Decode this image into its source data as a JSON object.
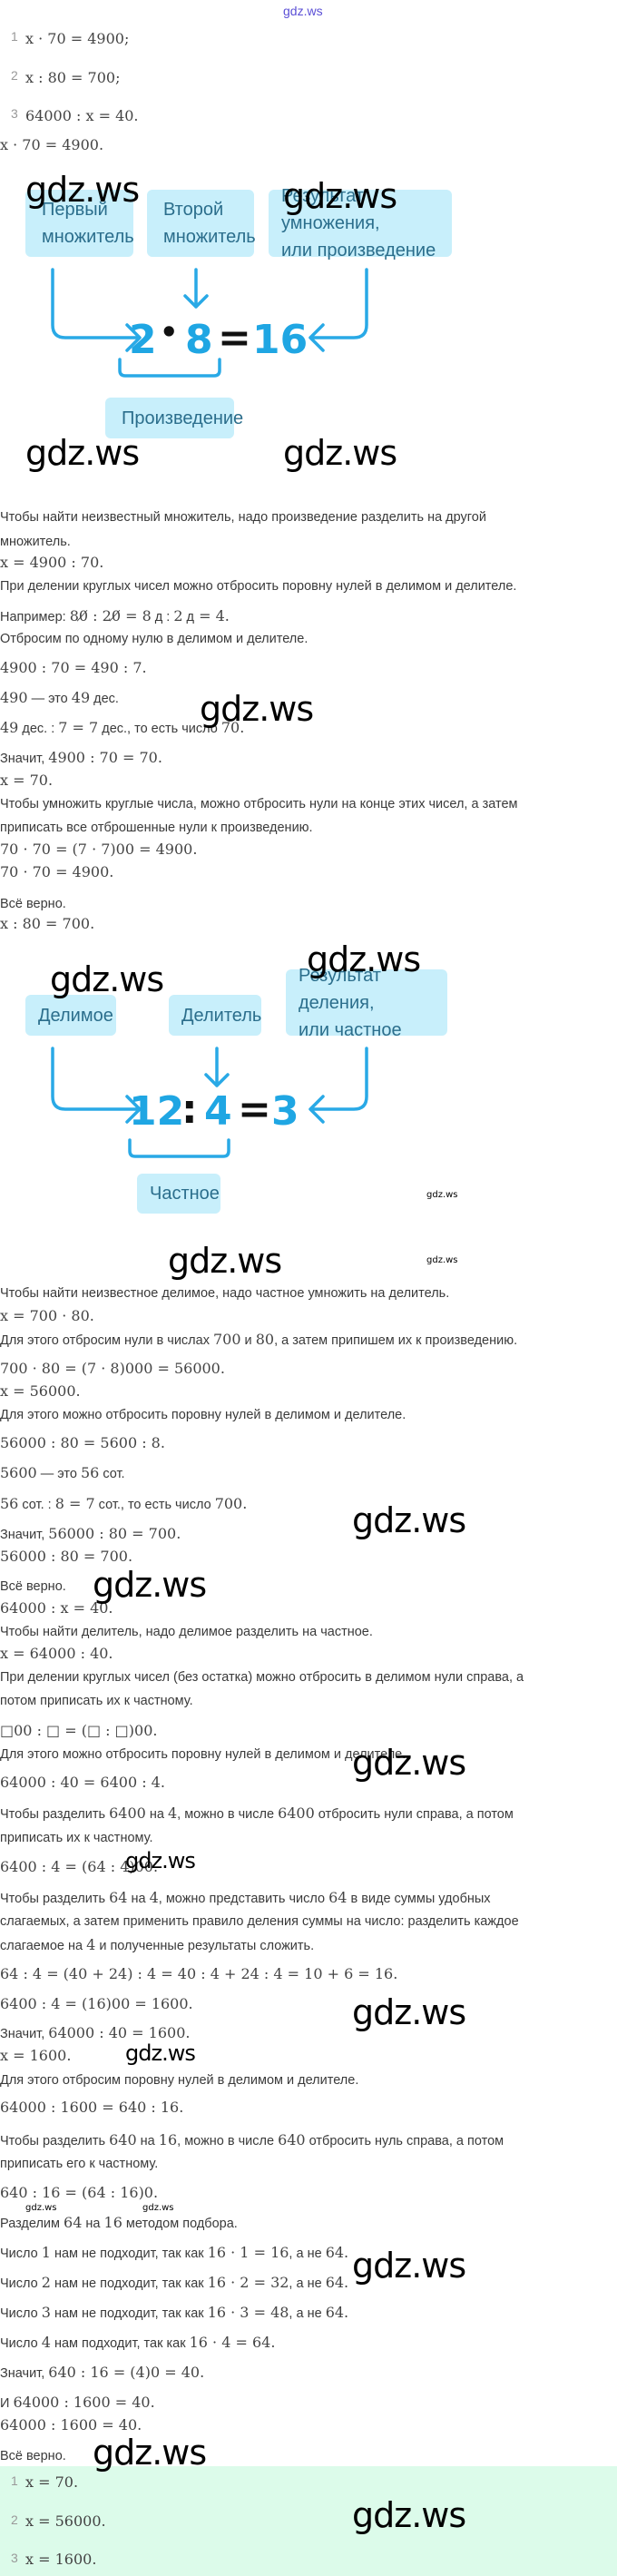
{
  "header": {
    "site": "gdz.ws"
  },
  "watermark": "gdz.ws",
  "tasks": [
    {
      "n": "1",
      "text": "x · 70 = 4900;"
    },
    {
      "n": "2",
      "text": "x : 80 = 700;"
    },
    {
      "n": "3",
      "text": "64000 : x = 40."
    }
  ],
  "diagram_multiplication": {
    "labels": {
      "first": [
        "Первый",
        "множитель"
      ],
      "second": [
        "Второй",
        "множитель"
      ],
      "result": [
        "Результат умножения,",
        "или произведение"
      ],
      "product": "Произведение"
    },
    "equation": [
      "2",
      "•",
      "8",
      "=",
      "16"
    ]
  },
  "diagram_division": {
    "labels": {
      "dividend": "Делимое",
      "divisor": "Делитель",
      "result": [
        "Результат деления,",
        "или частное"
      ],
      "quotient": "Частное"
    },
    "equation": [
      "12",
      ":",
      "4",
      "=",
      "3"
    ]
  },
  "solution": [
    {
      "parts": [
        {
          "k": "m",
          "v": "x · 70 = 4900."
        }
      ]
    },
    {
      "parts": [
        {
          "k": "t",
          "v": "Чтобы найти неизвестный множитель, надо произведение разделить на другой"
        }
      ]
    },
    {
      "parts": [
        {
          "k": "t",
          "v": "множитель."
        }
      ]
    },
    {
      "parts": [
        {
          "k": "m",
          "v": "x = 4900 : 70."
        }
      ]
    },
    {
      "parts": [
        {
          "k": "t",
          "v": "При делении круглых чисел можно отбросить поровну нулей в делимом и делителе."
        }
      ]
    },
    {
      "parts": [
        {
          "k": "t",
          "v": "Например: "
        },
        {
          "k": "m",
          "v": "80̸ : 20̸ = 8"
        },
        {
          "k": "t",
          "v": " д : "
        },
        {
          "k": "m",
          "v": "2"
        },
        {
          "k": "t",
          "v": " д"
        },
        {
          "k": "m",
          "v": " = 4."
        }
      ]
    },
    {
      "parts": [
        {
          "k": "t",
          "v": "Отбросим по одному нулю в делимом и делителе."
        }
      ]
    },
    {
      "parts": [
        {
          "k": "m",
          "v": "4900 : 70 = 490 : 7."
        }
      ]
    },
    {
      "parts": [
        {
          "k": "m",
          "v": "490"
        },
        {
          "k": "t",
          "v": " — это "
        },
        {
          "k": "m",
          "v": "49"
        },
        {
          "k": "t",
          "v": " дес."
        }
      ]
    },
    {
      "parts": [
        {
          "k": "m",
          "v": "49"
        },
        {
          "k": "t",
          "v": " дес. : "
        },
        {
          "k": "m",
          "v": "7 = 7"
        },
        {
          "k": "t",
          "v": " дес., то есть число "
        },
        {
          "k": "m",
          "v": "70."
        }
      ]
    },
    {
      "parts": [
        {
          "k": "t",
          "v": "Значит, "
        },
        {
          "k": "m",
          "v": "4900 : 70 = 70."
        }
      ]
    },
    {
      "parts": [
        {
          "k": "m",
          "v": "x = 70."
        }
      ]
    },
    {
      "parts": [
        {
          "k": "t",
          "v": "Чтобы умножить круглые числа, можно отбросить нули на конце этих чисел, а затем"
        }
      ]
    },
    {
      "parts": [
        {
          "k": "t",
          "v": "приписать все отброшенные нули к произведению."
        }
      ]
    },
    {
      "parts": [
        {
          "k": "m",
          "v": "70 · 70 = (7 · 7)00 = 4900."
        }
      ]
    },
    {
      "parts": [
        {
          "k": "m",
          "v": "70 · 70 = 4900."
        }
      ]
    },
    {
      "parts": [
        {
          "k": "t",
          "v": "Всё верно."
        }
      ]
    },
    {
      "parts": [
        {
          "k": "m",
          "v": "x : 80 = 700."
        }
      ]
    },
    {
      "parts": [
        {
          "k": "t",
          "v": "Чтобы найти неизвестное делимое, надо частное умножить на делитель."
        }
      ]
    },
    {
      "parts": [
        {
          "k": "m",
          "v": "x = 700 · 80."
        }
      ]
    },
    {
      "parts": [
        {
          "k": "t",
          "v": "Для этого отбросим нули в числах "
        },
        {
          "k": "m",
          "v": "700"
        },
        {
          "k": "t",
          "v": " и "
        },
        {
          "k": "m",
          "v": "80"
        },
        {
          "k": "t",
          "v": ", а затем припишем их к произведению."
        }
      ]
    },
    {
      "parts": [
        {
          "k": "m",
          "v": "700 · 80 = (7 · 8)000 = 56000."
        }
      ]
    },
    {
      "parts": [
        {
          "k": "m",
          "v": "x = 56000."
        }
      ]
    },
    {
      "parts": [
        {
          "k": "t",
          "v": "Для этого можно отбросить поровну нулей в делимом и делителе."
        }
      ]
    },
    {
      "parts": [
        {
          "k": "m",
          "v": "56000 : 80 = 5600 : 8."
        }
      ]
    },
    {
      "parts": [
        {
          "k": "m",
          "v": "5600"
        },
        {
          "k": "t",
          "v": " — это "
        },
        {
          "k": "m",
          "v": "56"
        },
        {
          "k": "t",
          "v": " сот."
        }
      ]
    },
    {
      "parts": [
        {
          "k": "m",
          "v": "56"
        },
        {
          "k": "t",
          "v": " сот. : "
        },
        {
          "k": "m",
          "v": "8 = 7"
        },
        {
          "k": "t",
          "v": " сот., то есть число "
        },
        {
          "k": "m",
          "v": "700."
        }
      ]
    },
    {
      "parts": [
        {
          "k": "t",
          "v": "Значит, "
        },
        {
          "k": "m",
          "v": "56000 : 80 = 700."
        }
      ]
    },
    {
      "parts": [
        {
          "k": "m",
          "v": "56000 : 80 = 700."
        }
      ]
    },
    {
      "parts": [
        {
          "k": "t",
          "v": "Всё верно."
        }
      ]
    },
    {
      "parts": [
        {
          "k": "m",
          "v": "64000 : x = 40."
        }
      ]
    },
    {
      "parts": [
        {
          "k": "t",
          "v": "Чтобы найти делитель, надо делимое разделить на частное."
        }
      ]
    },
    {
      "parts": [
        {
          "k": "m",
          "v": "x = 64000 : 40."
        }
      ]
    },
    {
      "parts": [
        {
          "k": "t",
          "v": "При делении круглых чисел (без остатка) можно отбросить в делимом нули справа, а"
        }
      ]
    },
    {
      "parts": [
        {
          "k": "t",
          "v": "потом приписать их к частному."
        }
      ]
    },
    {
      "parts": [
        {
          "k": "m",
          "v": "□00 : □ = (□ : □)00."
        }
      ]
    },
    {
      "parts": [
        {
          "k": "t",
          "v": "Для этого можно отбросить поровну нулей в делимом и делителе."
        }
      ]
    },
    {
      "parts": [
        {
          "k": "m",
          "v": "64000 : 40 = 6400 : 4."
        }
      ]
    },
    {
      "parts": [
        {
          "k": "t",
          "v": "Чтобы разделить "
        },
        {
          "k": "m",
          "v": "6400"
        },
        {
          "k": "t",
          "v": " на "
        },
        {
          "k": "m",
          "v": "4"
        },
        {
          "k": "t",
          "v": ", можно в числе "
        },
        {
          "k": "m",
          "v": "6400"
        },
        {
          "k": "t",
          "v": " отбросить нули справа, а потом"
        }
      ]
    },
    {
      "parts": [
        {
          "k": "t",
          "v": "приписать их к частному."
        }
      ]
    },
    {
      "parts": [
        {
          "k": "m",
          "v": "6400 : 4 = (64 : 4)00."
        }
      ]
    },
    {
      "parts": [
        {
          "k": "t",
          "v": "Чтобы разделить "
        },
        {
          "k": "m",
          "v": "64"
        },
        {
          "k": "t",
          "v": " на "
        },
        {
          "k": "m",
          "v": "4"
        },
        {
          "k": "t",
          "v": ", можно представить число "
        },
        {
          "k": "m",
          "v": "64"
        },
        {
          "k": "t",
          "v": " в виде суммы удобных"
        }
      ]
    },
    {
      "parts": [
        {
          "k": "t",
          "v": "слагаемых, а затем применить правило деления суммы на число: разделить каждое"
        }
      ]
    },
    {
      "parts": [
        {
          "k": "t",
          "v": "слагаемое на "
        },
        {
          "k": "m",
          "v": "4"
        },
        {
          "k": "t",
          "v": " и полученные результаты сложить."
        }
      ]
    },
    {
      "parts": [
        {
          "k": "m",
          "v": "64 : 4 = (40 + 24) : 4 = 40 : 4 + 24 : 4 = 10 + 6 = 16."
        }
      ]
    },
    {
      "parts": [
        {
          "k": "m",
          "v": "6400 : 4 = (16)00 = 1600."
        }
      ]
    },
    {
      "parts": [
        {
          "k": "t",
          "v": "Значит, "
        },
        {
          "k": "m",
          "v": "64000 : 40 = 1600."
        }
      ]
    },
    {
      "parts": [
        {
          "k": "m",
          "v": "x = 1600."
        }
      ]
    },
    {
      "parts": [
        {
          "k": "t",
          "v": "Для этого отбросим поровну нулей в делимом и делителе."
        }
      ]
    },
    {
      "parts": [
        {
          "k": "m",
          "v": "64000 : 1600 = 640 : 16."
        }
      ]
    },
    {
      "parts": [
        {
          "k": "t",
          "v": "Чтобы разделить "
        },
        {
          "k": "m",
          "v": "640"
        },
        {
          "k": "t",
          "v": " на "
        },
        {
          "k": "m",
          "v": "16"
        },
        {
          "k": "t",
          "v": ", можно в числе "
        },
        {
          "k": "m",
          "v": "640"
        },
        {
          "k": "t",
          "v": " отбросить нуль справа, а потом"
        }
      ]
    },
    {
      "parts": [
        {
          "k": "t",
          "v": "приписать его к частному."
        }
      ]
    },
    {
      "parts": [
        {
          "k": "m",
          "v": "640 : 16 = (64 : 16)0."
        }
      ]
    },
    {
      "parts": [
        {
          "k": "t",
          "v": "Разделим "
        },
        {
          "k": "m",
          "v": "64"
        },
        {
          "k": "t",
          "v": " на "
        },
        {
          "k": "m",
          "v": "16"
        },
        {
          "k": "t",
          "v": " методом подбора."
        }
      ]
    },
    {
      "parts": [
        {
          "k": "t",
          "v": "Число "
        },
        {
          "k": "m",
          "v": "1"
        },
        {
          "k": "t",
          "v": " нам не подходит, так как "
        },
        {
          "k": "m",
          "v": "16 · 1 = 16"
        },
        {
          "k": "t",
          "v": ", а не "
        },
        {
          "k": "m",
          "v": "64."
        }
      ]
    },
    {
      "parts": [
        {
          "k": "t",
          "v": "Число "
        },
        {
          "k": "m",
          "v": "2"
        },
        {
          "k": "t",
          "v": " нам не подходит, так как "
        },
        {
          "k": "m",
          "v": "16 · 2 = 32"
        },
        {
          "k": "t",
          "v": ", а не "
        },
        {
          "k": "m",
          "v": "64."
        }
      ]
    },
    {
      "parts": [
        {
          "k": "t",
          "v": "Число "
        },
        {
          "k": "m",
          "v": "3"
        },
        {
          "k": "t",
          "v": " нам не подходит, так как "
        },
        {
          "k": "m",
          "v": "16 · 3 = 48"
        },
        {
          "k": "t",
          "v": ", а не "
        },
        {
          "k": "m",
          "v": "64."
        }
      ]
    },
    {
      "parts": [
        {
          "k": "t",
          "v": "Число "
        },
        {
          "k": "m",
          "v": "4"
        },
        {
          "k": "t",
          "v": " нам подходит, так как "
        },
        {
          "k": "m",
          "v": "16 · 4 = 64."
        }
      ]
    },
    {
      "parts": [
        {
          "k": "t",
          "v": "Значит, "
        },
        {
          "k": "m",
          "v": "640 : 16 = (4)0 = 40."
        }
      ]
    },
    {
      "parts": [
        {
          "k": "t",
          "v": "И "
        },
        {
          "k": "m",
          "v": "64000 : 1600 = 40."
        }
      ]
    },
    {
      "parts": [
        {
          "k": "m",
          "v": "64000 : 1600 = 40."
        }
      ]
    },
    {
      "parts": [
        {
          "k": "t",
          "v": "Всё верно."
        }
      ]
    }
  ],
  "answers": [
    {
      "n": "1",
      "text": "x = 70."
    },
    {
      "n": "2",
      "text": "x = 56000."
    },
    {
      "n": "3",
      "text": "x = 1600."
    }
  ],
  "colors": {
    "accent": "#1fa6e3",
    "box": "#c8effb",
    "answer_bg": "#dcfbea"
  }
}
